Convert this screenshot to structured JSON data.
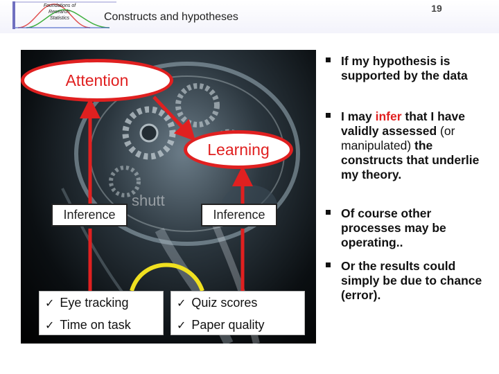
{
  "header": {
    "logo_text_lines": [
      "Foundations of",
      "Research:",
      "Statistics"
    ],
    "slide_number": "19",
    "title": "Constructs and hypotheses"
  },
  "diagram": {
    "attention_label": "Attention",
    "learning_label": "Learning",
    "inference_left": "Inference",
    "inference_right": "Inference",
    "measures_left": [
      "Eye tracking",
      "Time on task"
    ],
    "measures_right": [
      "Quiz scores",
      "Paper quality"
    ],
    "check_glyph": "✓",
    "watermark": "shutt"
  },
  "bullets": {
    "b1": "If my hypothesis is supported by the data",
    "b2_pre": "I may ",
    "b2_infer": "infer",
    "b2_mid1": " that I have validly assessed ",
    "b2_or": "(or manipulated)",
    "b2_mid2": " the constructs that underlie my theory.",
    "b3": "Of course other processes may be operating..",
    "b4": "Or the results could simply be due to chance (error)."
  },
  "colors": {
    "accent_red": "#e02020",
    "arrow_yellow": "#f0e020"
  }
}
